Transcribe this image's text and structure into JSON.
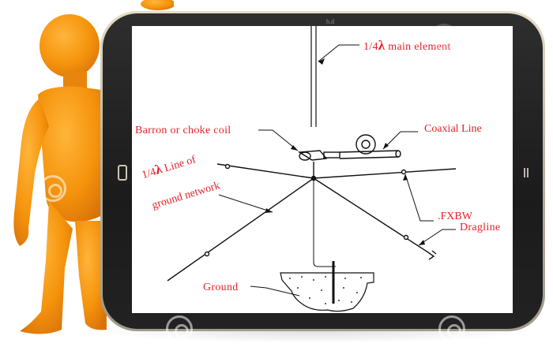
{
  "scene": {
    "description": "Orange 3D cartoon figure leaning against a tablet displaying an antenna diagram",
    "colors": {
      "figure_orange": "#f5960f",
      "tablet_bezel": "#1e1e1e",
      "tablet_rim": "#c9c0a8",
      "label_red": "#e8202a",
      "line_black": "#111111"
    }
  },
  "tablet": {
    "camera_mark": "h.d"
  },
  "diagram": {
    "labels": {
      "main_element_prefix": "1/4",
      "main_element_lambda": "λ",
      "main_element_text": " main element",
      "barron": "Barron or choke coil",
      "coaxial": "Coaxial Line",
      "ground_network_prefix": "1/4",
      "ground_network_lambda": "λ",
      "ground_network_line1": " Line of",
      "ground_network_line2": "ground network",
      "fxbw": ".FXBW",
      "dragline": "Dragline",
      "ground": "Ground"
    }
  }
}
